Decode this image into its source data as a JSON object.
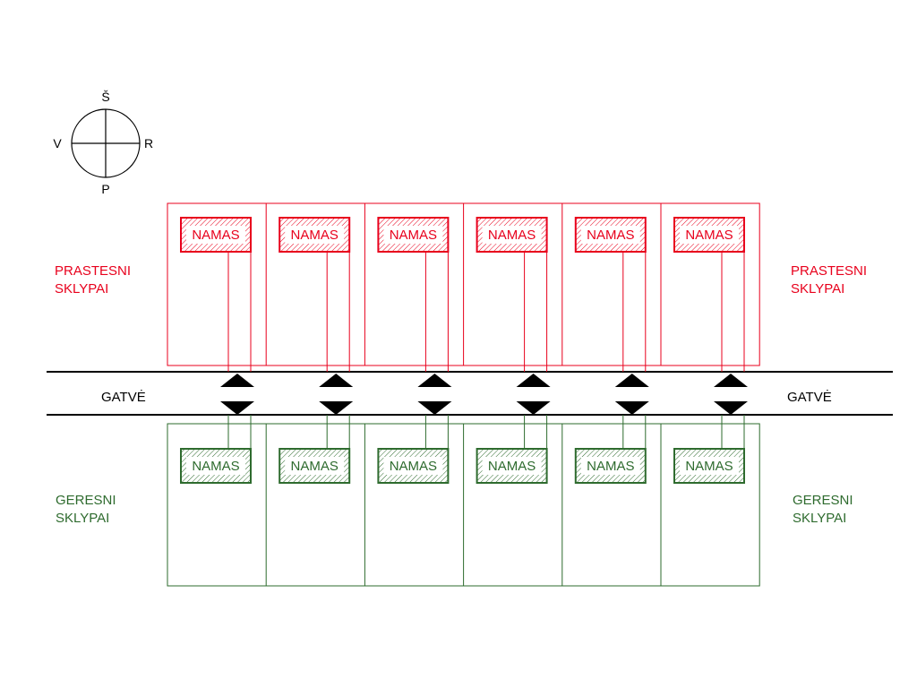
{
  "compass": {
    "north": "Š",
    "south": "P",
    "west": "V",
    "east": "R"
  },
  "colors": {
    "worse": "#e8001c",
    "better": "#2e6b2e",
    "road": "#000000"
  },
  "street": {
    "label_left": "GATVĖ",
    "label_right": "GATVĖ"
  },
  "worse_lots": {
    "label_line1": "PRASTESNI",
    "label_line2": "SKLYPAI",
    "lots": [
      {
        "house": "NAMAS"
      },
      {
        "house": "NAMAS"
      },
      {
        "house": "NAMAS"
      },
      {
        "house": "NAMAS"
      },
      {
        "house": "NAMAS"
      },
      {
        "house": "NAMAS"
      }
    ]
  },
  "better_lots": {
    "label_line1": "GERESNI",
    "label_line2": "SKLYPAI",
    "lots": [
      {
        "house": "NAMAS"
      },
      {
        "house": "NAMAS"
      },
      {
        "house": "NAMAS"
      },
      {
        "house": "NAMAS"
      },
      {
        "house": "NAMAS"
      },
      {
        "house": "NAMAS"
      }
    ]
  }
}
